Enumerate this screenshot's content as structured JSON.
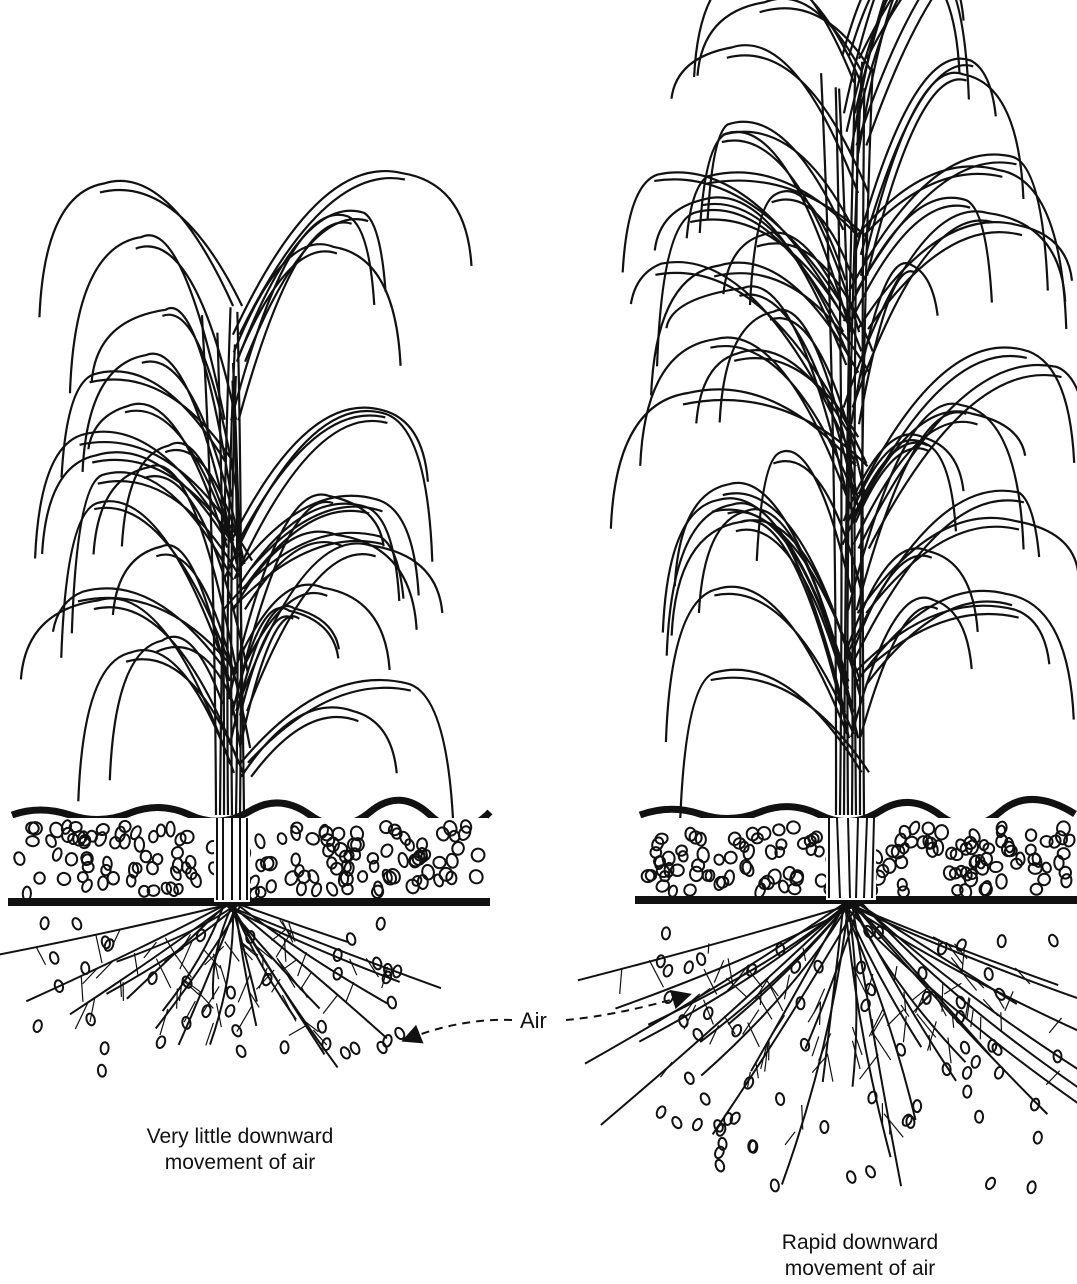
{
  "labels": {
    "air": "Air",
    "left_caption": [
      "Very little downward",
      "movement of air"
    ],
    "right_caption": [
      "Rapid downward",
      "movement of air"
    ]
  },
  "colors": {
    "ink": "#111111",
    "paper": "#ffffff"
  },
  "figure": {
    "panels": [
      {
        "name": "left-plant",
        "caption_key": "left_caption"
      },
      {
        "name": "right-plant",
        "caption_key": "right_caption"
      }
    ]
  }
}
